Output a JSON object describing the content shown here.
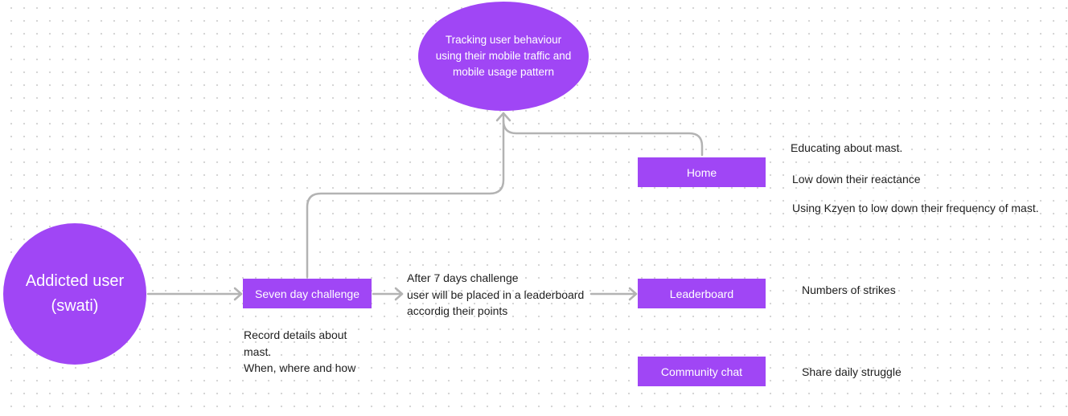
{
  "nodes": {
    "addicted_user": "Addicted user (swati)",
    "tracking": "Tracking user behaviour using their mobile traffic and mobile usage pattern",
    "seven_day": "Seven day challenge",
    "home": "Home",
    "leaderboard": "Leaderboard",
    "community_chat": "Community chat"
  },
  "notes": {
    "record_details": "Record details about\nmast.\nWhen, where and how",
    "after_challenge": "After 7 days challenge\nuser will be placed in a leaderboard\naccordig their points",
    "educating": "Educating about mast.",
    "reactance": "Low down their reactance",
    "kzyen": "Using Kzyen to low down their frequency of mast.",
    "strikes": "Numbers of strikes",
    "struggle": "Share daily struggle"
  },
  "colors": {
    "node_fill": "#a046f5",
    "node_text": "#ffffff",
    "connector": "#b3b3b3",
    "canvas_dots": "#d3d3d3"
  }
}
